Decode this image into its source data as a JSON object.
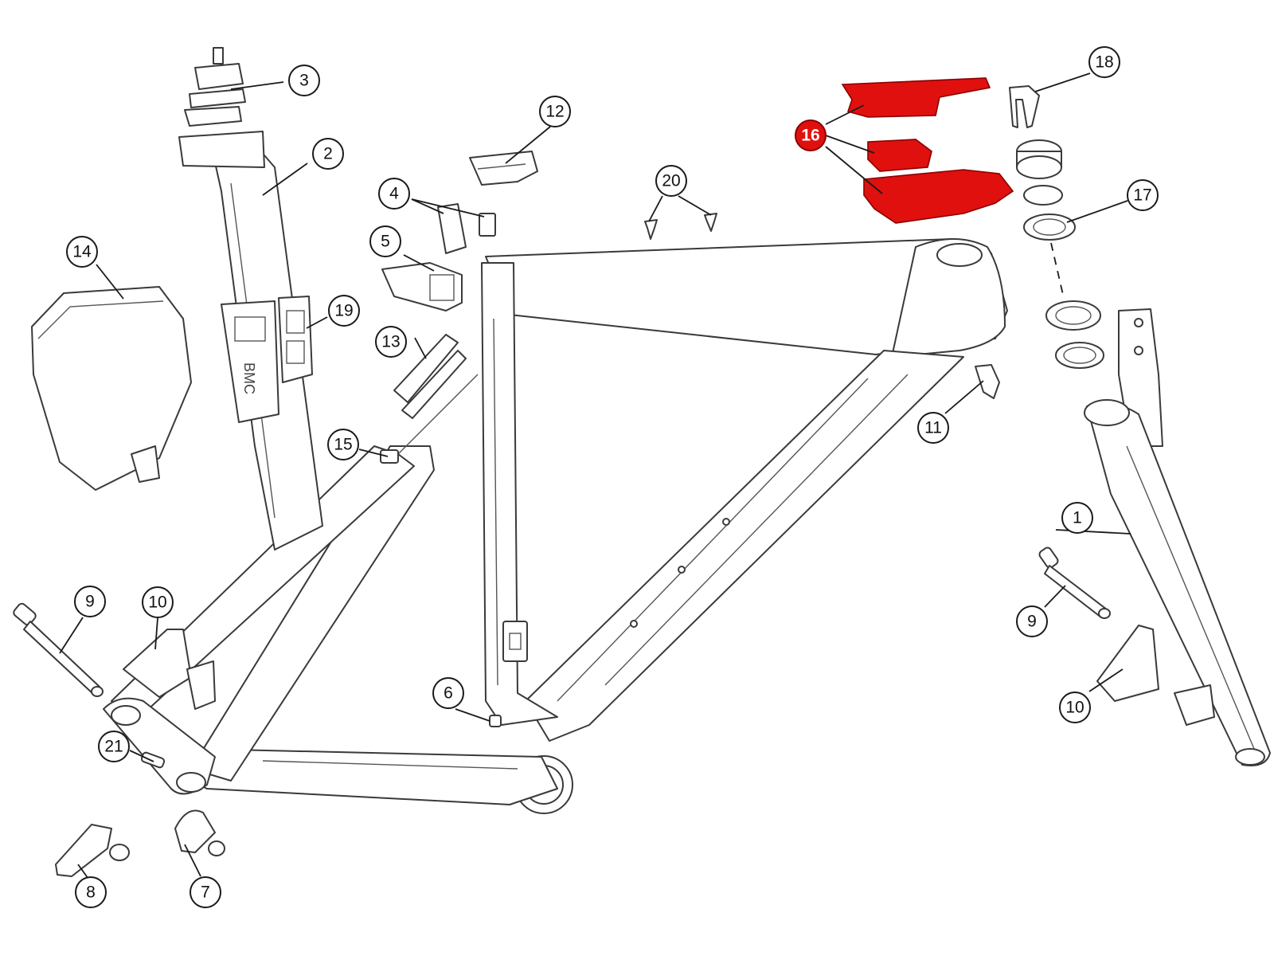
{
  "brand_text": "BMC",
  "highlight_color": "#e0100f",
  "callouts": [
    "1",
    "2",
    "3",
    "4",
    "5",
    "6",
    "7",
    "8",
    "9",
    "9",
    "10",
    "10",
    "11",
    "12",
    "13",
    "14",
    "15",
    "16",
    "17",
    "18",
    "19",
    "20",
    "21"
  ],
  "highlighted_part": "16"
}
